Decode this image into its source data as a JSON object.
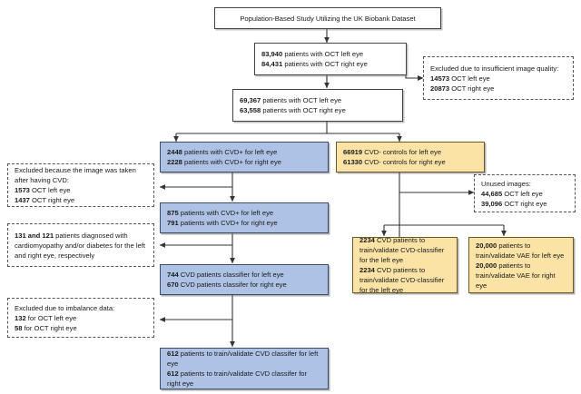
{
  "diagram": {
    "title": "Population-Based Study Utilizing the UK Biobank Dataset",
    "type": "flowchart",
    "colors": {
      "blue_fill": "#aec2e6",
      "yellow_fill": "#fbe3a6",
      "white_fill": "#ffffff",
      "border": "#3a3a3a"
    }
  },
  "nodes": {
    "root": {
      "line1": "Population-Based Study Utilizing the UK Biobank Dataset"
    },
    "oct_total": {
      "num1": "83,940",
      "text1": " patients with OCT left eye",
      "num2": "84,431",
      "text2": " patients with OCT right eye"
    },
    "excluded_quality": {
      "text1": "Excluded due to insufficient image quality:",
      "num2": "14573",
      "text2": " OCT left eye",
      "num3": "20873",
      "text3": " OCT right eye"
    },
    "oct_quality_pass": {
      "num1": "69,367",
      "text1": " patients with OCT left eye",
      "num2": "63,558",
      "text2": " patients with OCT right eye"
    },
    "cvd_pos": {
      "num1": "2448",
      "text1": " patients with CVD+ for left eye",
      "num2": "2228",
      "text2": " patients with CVD+ for right eye"
    },
    "cvd_neg": {
      "num1": "66919",
      "text1": " CVD- controls for left eye",
      "num2": "61330",
      "text2": " CVD- controls for right eye"
    },
    "excluded_after_cvd": {
      "text1": "Excluded because the image was taken after having CVD:",
      "num2": "1573",
      "text2": " OCT left eye",
      "num3": "1437",
      "text3": " OCT right eye"
    },
    "unused_images": {
      "text1": "Unused images:",
      "num2": "44,685",
      "text2": " OCT left eye",
      "num3": "39,096",
      "text3": " OCT right eye"
    },
    "cvd_pos_filtered": {
      "num1": "875",
      "text1": " patients with CVD+ for left eye",
      "num2": "791",
      "text2": " patients with CVD+ for right eye"
    },
    "excluded_comorbid": {
      "num1": "131 and 121",
      "text1": " patients diagnosed with cardiomyopathy and/or diabetes for the left and right eye, respectively"
    },
    "cvd_classifier_counts": {
      "num1": "744",
      "text1": " CVD patients classifier for left eye",
      "num2": "670",
      "text2": " CVD patients classifer for right eye"
    },
    "cvd_minus_classifier": {
      "num1": "2234",
      "text1": " CVD patients to train/validate CVD-classifier for the left eye",
      "num2": "2234",
      "text2": " CVD patients to train/validate CVD-classifier for the left eye"
    },
    "vae_training": {
      "num1": "20,000",
      "text1": " patients to train/validate VAE for left eye",
      "num2": "20,000",
      "text2": " patients to train/validate VAE for right eye"
    },
    "excluded_imbalance": {
      "text1": "Excluded due to imbalance data:",
      "num2": "132",
      "text2": " for OCT left eye",
      "num3": "58",
      "text3": " for OCT right eye"
    },
    "final_train": {
      "num1": "612",
      "text1": " patients to train/validate CVD classifer for left eye",
      "num2": "612",
      "text2": " patients to train/validate CVD classifer for right eye"
    }
  }
}
